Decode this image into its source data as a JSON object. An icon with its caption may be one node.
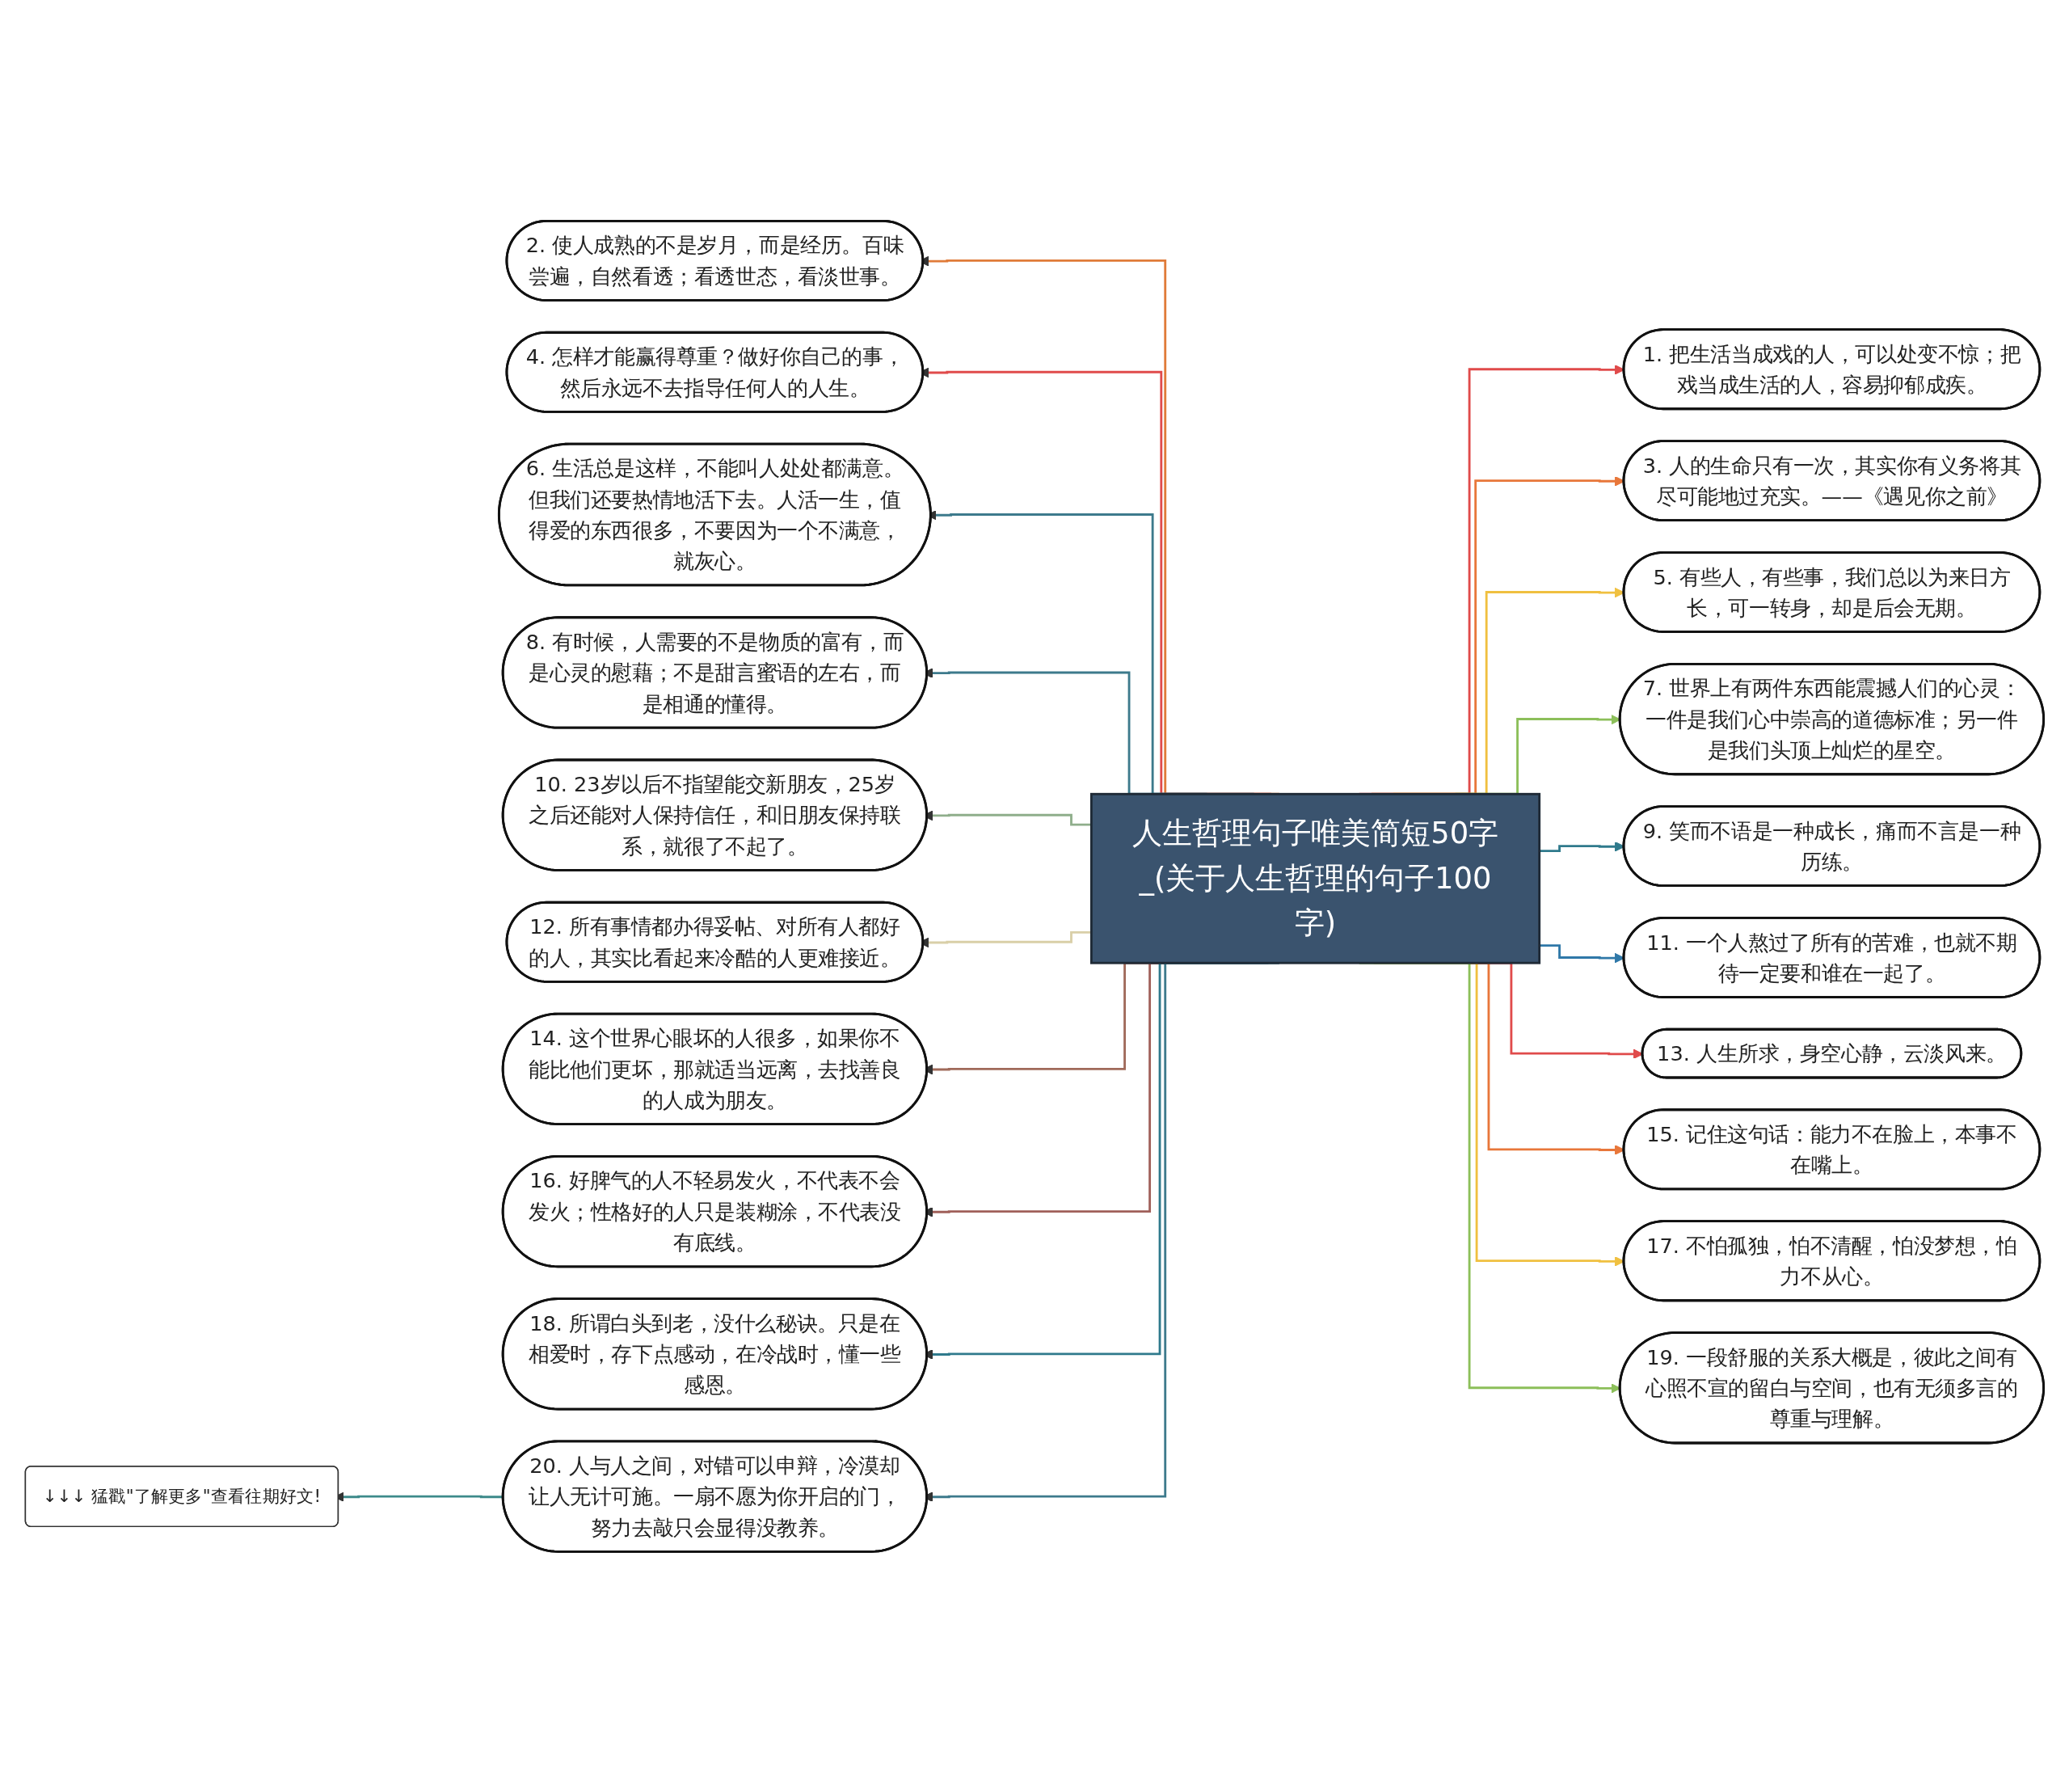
{
  "diagram": {
    "nodes": [
      {
        "text": [
          "人生哲理句子唯美简短50字_(关于人生哲理的句子100字)"
        ]
      },
      {
        "text": [
          "2. 使人成熟的不是岁月，而是经历。百味尝遍，自然看透；看透世态，看淡世事。"
        ]
      },
      {
        "text": [
          "4. 怎样才能赢得尊重？做好你自己的事，然后永远不去指导任何人的人生。"
        ]
      },
      {
        "text": [
          "6. 生活总是这样，不能叫人处处都满意。但我们还要热情地活下去。人活一生，值得爱的东西很多，不要因为一个不满意，就灰心。"
        ]
      },
      {
        "text": [
          "8. 有时候，人需要的不是物质的富有，而是心灵的慰藉；不是甜言蜜语的左右，而是相通的懂得。"
        ]
      },
      {
        "text": [
          "10. 23岁以后不指望能交新朋友，25岁之后还能对人保持信任，和旧朋友保持联系，就很了不起了。"
        ]
      },
      {
        "text": [
          "12. 所有事情都办得妥帖、对所有人都好的人，其实比看起来冷酷的人更难接近。"
        ]
      },
      {
        "text": [
          "14. 这个世界心眼坏的人很多，如果你不能比他们更坏，那就适当远离，去找善良的人成为朋友。"
        ]
      },
      {
        "text": [
          "16. 好脾气的人不轻易发火，不代表不会发火；性格好的人只是装糊涂，不代表没有底线。"
        ]
      },
      {
        "text": [
          "18. 所谓白头到老，没什么秘诀。只是在相爱时，存下点感动，在冷战时，懂一些感恩。"
        ]
      },
      {
        "text": [
          "20. 人与人之间，对错可以申辩，冷漠却让人无计可施。一扇不愿为你开启的门，努力去敲只会显得没教养。"
        ]
      },
      {
        "text": [
          "1. 把生活当成戏的人，可以处变不惊；把戏当成生活的人，容易抑郁成疾。"
        ]
      },
      {
        "text": [
          "3. 人的生命只有一次，其实你有义务将其尽可能地过充实。——《遇见你之前》"
        ]
      },
      {
        "text": [
          "5. 有些人，有些事，我们总以为来日方长，可一转身，却是后会无期。"
        ]
      },
      {
        "text": [
          "7. 世界上有两件东西能震撼人们的心灵：一件是我们心中崇高的道德标准；另一件是我们头顶上灿烂的星空。"
        ]
      },
      {
        "text": [
          "9. 笑而不语是一种成长，痛而不言是一种历练。"
        ]
      },
      {
        "text": [
          "11. 一个人熬过了所有的苦难，也就不期待一定要和谁在一起了。"
        ]
      },
      {
        "text": [
          "13. 人生所求，身空心静，云淡风来。"
        ]
      },
      {
        "text": [
          "15. 记住这句话：能力不在脸上，本事不在嘴上。"
        ]
      },
      {
        "text": [
          "17. 不怕孤独，怕不清醒，怕没梦想，怕力不从心。"
        ]
      },
      {
        "text": [
          "19. 一段舒服的关系大概是，彼此之间有心照不宣的留白与空间，也有无须多言的尊重与理解。"
        ]
      },
      {
        "text": [
          "↓↓↓ 猛戳\"了解更多\"查看往期好文!"
        ]
      }
    ],
    "edges": [
      {
        "from": 0,
        "to": 1,
        "arrow": "to",
        "color": "#e07b39"
      },
      {
        "from": 0,
        "to": 2,
        "arrow": "to",
        "color": "#e04b4b"
      },
      {
        "from": 0,
        "to": 3,
        "arrow": "to",
        "color": "#3d7a8c"
      },
      {
        "from": 0,
        "to": 4,
        "arrow": "to",
        "color": "#3d7a8c"
      },
      {
        "from": 0,
        "to": 5,
        "arrow": "to",
        "color": "#8fae8b"
      },
      {
        "from": 0,
        "to": 6,
        "arrow": "to",
        "color": "#d9cfa8"
      },
      {
        "from": 0,
        "to": 7,
        "arrow": "to",
        "color": "#a06a5a"
      },
      {
        "from": 0,
        "to": 8,
        "arrow": "to",
        "color": "#a0605a"
      },
      {
        "from": 0,
        "to": 9,
        "arrow": "to",
        "color": "#2f7a8c"
      },
      {
        "from": 0,
        "to": 10,
        "arrow": "to",
        "color": "#3d7a8c"
      },
      {
        "from": 0,
        "to": 11,
        "arrow": "to",
        "color": "#e04b4b"
      },
      {
        "from": 0,
        "to": 12,
        "arrow": "to",
        "color": "#e8773a"
      },
      {
        "from": 0,
        "to": 13,
        "arrow": "to",
        "color": "#f0c040"
      },
      {
        "from": 0,
        "to": 14,
        "arrow": "to",
        "color": "#8cbf5a"
      },
      {
        "from": 0,
        "to": 15,
        "arrow": "to",
        "color": "#2f7a8c"
      },
      {
        "from": 0,
        "to": 16,
        "arrow": "to",
        "color": "#2f78a8"
      },
      {
        "from": 0,
        "to": 17,
        "arrow": "to",
        "color": "#e04b4b"
      },
      {
        "from": 0,
        "to": 18,
        "arrow": "to",
        "color": "#e8773a"
      },
      {
        "from": 0,
        "to": 19,
        "arrow": "to",
        "color": "#f0c040"
      },
      {
        "from": 0,
        "to": 20,
        "arrow": "to",
        "color": "#8cbf5a"
      },
      {
        "from": 10,
        "to": 21,
        "arrow": "to",
        "color": "#3d8a8a"
      }
    ]
  }
}
